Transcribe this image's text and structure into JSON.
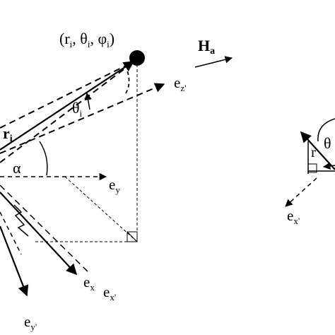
{
  "labels": {
    "coord_open": "(r",
    "coord_r_sub": "i",
    "coord_theta": ", θ",
    "coord_theta_sub": "i",
    "coord_phi": ", φ",
    "coord_phi_sub": "i",
    "coord_close": ")",
    "field_main": "H",
    "field_sub": "a",
    "ez_prime_main": "e",
    "ez_prime_sub": "z'",
    "theta_main": "θ",
    "theta_sub": "i",
    "r_main": "r",
    "r_sub": "i",
    "alpha": "α",
    "ey_main": "e",
    "ey_sub": "y",
    "ex_main": "e",
    "ex_sub": "x",
    "ex_prime_main": "e",
    "ex_prime_sub": "x'",
    "ey_prime_main": "e",
    "ey_prime_sub": "y'",
    "right_theta": "θ",
    "right_r": "r",
    "right_ex_prime_main": "e",
    "right_ex_prime_sub": "x'"
  },
  "colors": {
    "ink": "#000000",
    "background": "#ffffff"
  }
}
